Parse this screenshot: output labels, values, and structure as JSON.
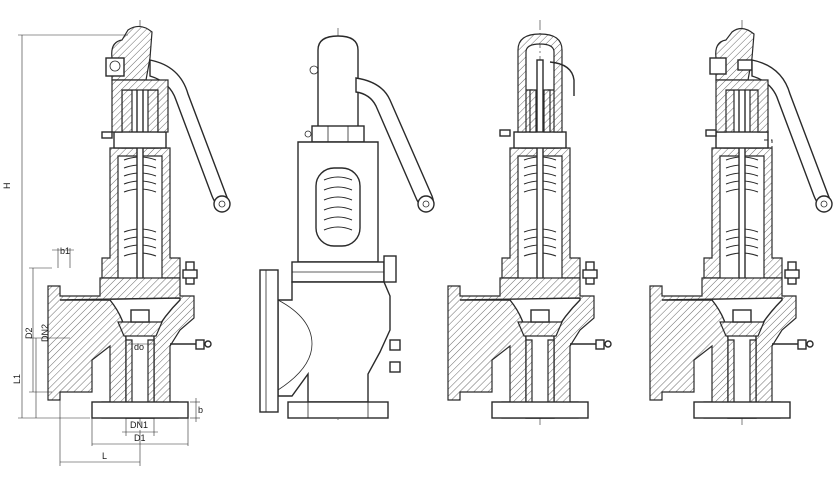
{
  "labels": {
    "H": "H",
    "L1": "L1",
    "D2": "D2",
    "DN2": "DN2",
    "b1": "b1",
    "do": "do",
    "DN1": "DN1",
    "D1": "D1",
    "L": "L",
    "b": "b"
  },
  "views": [
    {
      "name": "dimensioned-section"
    },
    {
      "name": "exterior-view"
    },
    {
      "name": "section-view-sealed-cap"
    },
    {
      "name": "section-view-lever"
    }
  ],
  "colors": {
    "line": "#2a2a2a",
    "background": "#ffffff"
  }
}
